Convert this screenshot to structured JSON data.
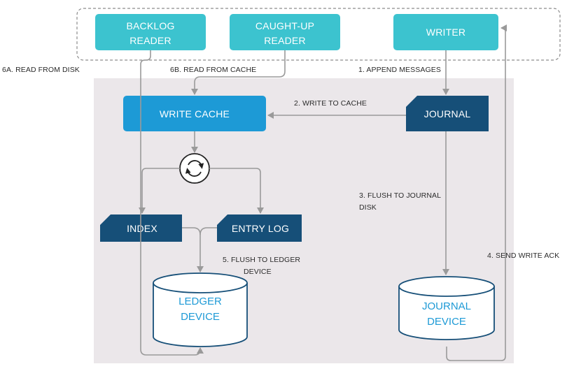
{
  "colors": {
    "teal": "#3cc3cf",
    "blue": "#1d9ad6",
    "navy": "#164f78",
    "panel": "#ebe7ea",
    "arrow": "#9a9a9a",
    "cylinder_stroke": "#164f78",
    "cylinder_text": "#1e9ad6"
  },
  "nodes": {
    "backlog_reader": [
      "BACKLOG",
      "READER"
    ],
    "caught_up_reader": [
      "CAUGHT-UP",
      "READER"
    ],
    "writer": "WRITER",
    "write_cache": "WRITE CACHE",
    "journal": "JOURNAL",
    "index": "INDEX",
    "entry_log": "ENTRY LOG",
    "ledger_device": [
      "LEDGER",
      "DEVICE"
    ],
    "journal_device": [
      "JOURNAL",
      "DEVICE"
    ],
    "sync_icon": "refresh-icon"
  },
  "edges": {
    "read_from_disk": "6A. READ FROM DISK",
    "read_from_cache": "6B. READ FROM CACHE",
    "append_messages": "1. APPEND MESSAGES",
    "write_to_cache": "2. WRITE TO CACHE",
    "flush_to_journal": [
      "3. FLUSH TO JOURNAL",
      "DISK"
    ],
    "send_write_ack": "4. SEND WRITE ACK",
    "flush_to_ledger": [
      "5. FLUSH TO LEDGER",
      "DEVICE"
    ]
  }
}
